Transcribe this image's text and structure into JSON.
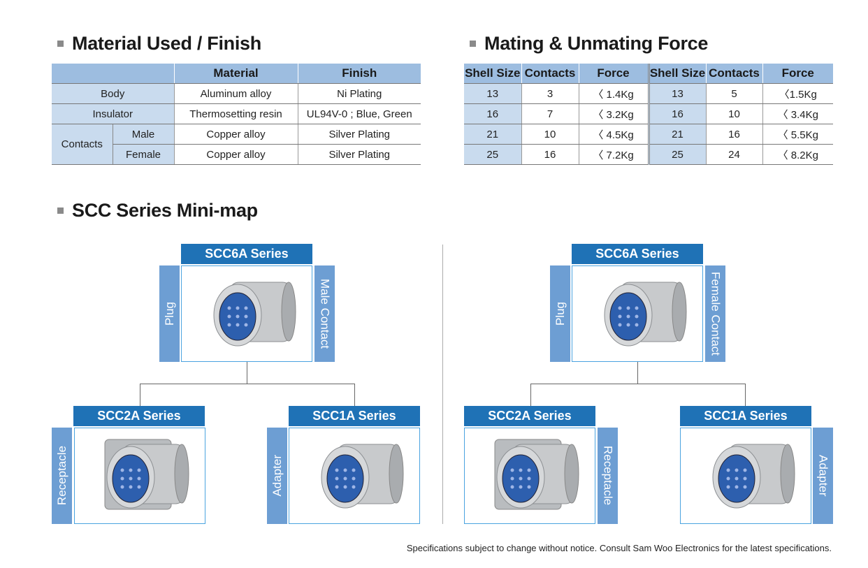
{
  "material": {
    "title": "Material Used / Finish",
    "headers": [
      "",
      "Material",
      "Finish"
    ],
    "rows": [
      {
        "label": "Body",
        "material": "Aluminum alloy",
        "finish": "Ni Plating"
      },
      {
        "label": "Insulator",
        "material": "Thermosetting resin",
        "finish": "UL94V-0 ; Blue, Green"
      }
    ],
    "contacts_label": "Contacts",
    "contacts": [
      {
        "label": "Male",
        "material": "Copper alloy",
        "finish": "Silver Plating"
      },
      {
        "label": "Female",
        "material": "Copper alloy",
        "finish": "Silver Plating"
      }
    ]
  },
  "force": {
    "title": "Mating & Unmating Force",
    "headers": [
      "Shell Size",
      "Contacts",
      "Force",
      "Shell Size",
      "Contacts",
      "Force"
    ],
    "rows": [
      [
        "13",
        "3",
        "〈 1.4Kg",
        "13",
        "5",
        "〈1.5Kg"
      ],
      [
        "16",
        "7",
        "〈 3.2Kg",
        "16",
        "10",
        "〈 3.4Kg"
      ],
      [
        "21",
        "10",
        "〈 4.5Kg",
        "21",
        "16",
        "〈 5.5Kg"
      ],
      [
        "25",
        "16",
        "〈 7.2Kg",
        "25",
        "24",
        "〈 8.2Kg"
      ]
    ]
  },
  "minimap": {
    "title": "SCC Series Mini-map",
    "left": {
      "top": {
        "series": "SCC6A Series",
        "left_label": "Plug",
        "right_label": "Male Contact"
      },
      "bottom_left": {
        "series": "SCC2A Series",
        "label": "Receptacle"
      },
      "bottom_right": {
        "series": "SCC1A Series",
        "label": "Adapter"
      }
    },
    "right": {
      "top": {
        "series": "SCC6A Series",
        "left_label": "Plug",
        "right_label": "Female Contact"
      },
      "bottom_left": {
        "series": "SCC2A Series",
        "label": "Receptacle"
      },
      "bottom_right": {
        "series": "SCC1A Series",
        "label": "Adapter"
      }
    }
  },
  "footer": "Specifications subject to change without notice. Consult Sam Woo Electronics for the latest specifications."
}
